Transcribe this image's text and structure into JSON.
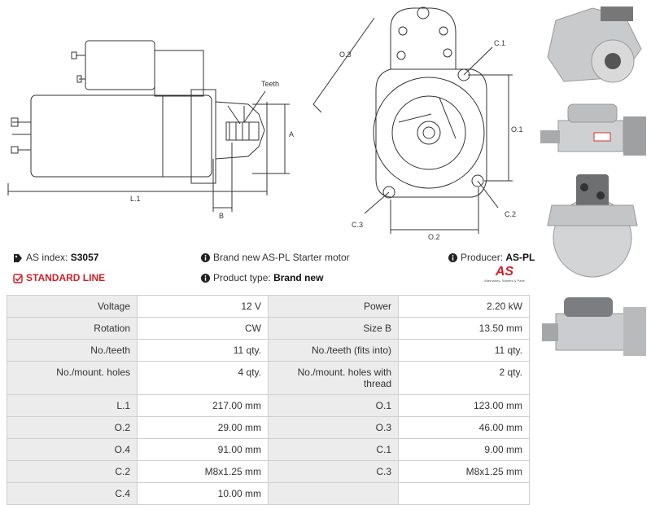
{
  "diagrams": {
    "side_labels": {
      "teeth": "Teeth",
      "a": "A",
      "b": "B",
      "l1": "L.1"
    },
    "front_labels": {
      "o3": "O.3",
      "c1": "C.1",
      "o1": "O.1",
      "c3": "C.3",
      "c2": "C.2",
      "o2": "O.2"
    }
  },
  "info": {
    "as_index_label": "AS index:",
    "as_index_value": "S3057",
    "brand_text": "Brand new AS-PL Starter motor",
    "producer_label": "Producer:",
    "producer_value": "AS-PL",
    "standard_line": "STANDARD LINE",
    "product_type_label": "Product type:",
    "product_type_value": "Brand new",
    "logo_text": "AS",
    "logo_subtext": "Alternators, Starters & Parts",
    "accent_color": "#d21f26"
  },
  "specs": [
    {
      "k1": "Voltage",
      "v1": "12 V",
      "k2": "Power",
      "v2": "2.20 kW"
    },
    {
      "k1": "Rotation",
      "v1": "CW",
      "k2": "Size B",
      "v2": "13.50 mm"
    },
    {
      "k1": "No./teeth",
      "v1": "11 qty.",
      "k2": "No./teeth (fits into)",
      "v2": "11 qty."
    },
    {
      "k1": "No./mount. holes",
      "v1": "4 qty.",
      "k2": "No./mount. holes with thread",
      "v2": "2 qty."
    },
    {
      "k1": "L.1",
      "v1": "217.00 mm",
      "k2": "O.1",
      "v2": "123.00 mm"
    },
    {
      "k1": "O.2",
      "v1": "29.00 mm",
      "k2": "O.3",
      "v2": "46.00 mm"
    },
    {
      "k1": "O.4",
      "v1": "91.00 mm",
      "k2": "C.1",
      "v2": "9.00 mm"
    },
    {
      "k1": "C.2",
      "v1": "M8x1.25 mm",
      "k2": "C.3",
      "v2": "M8x1.25 mm"
    },
    {
      "k1": "C.4",
      "v1": "10.00 mm",
      "k2": "",
      "v2": ""
    }
  ]
}
